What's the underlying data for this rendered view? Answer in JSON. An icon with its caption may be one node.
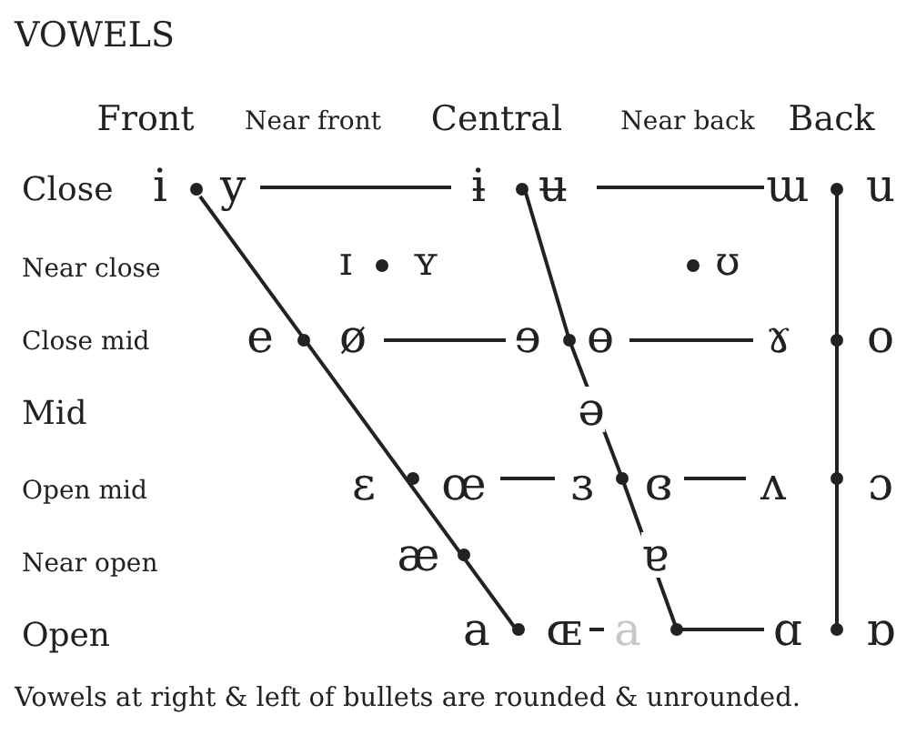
{
  "diagram": {
    "title": "VOWELS",
    "caption": "Vowels at right & left of bullets are rounded & unrounded.",
    "labels": [
      "Front",
      "Near front",
      "Central",
      "Near back",
      "Back",
      "Close",
      "i",
      "y",
      "ɨ",
      "ʉ",
      "ɯ",
      "u",
      "Near close",
      "ɪ",
      "ʏ",
      "ʊ",
      "Close mid",
      "e",
      "ø",
      "ɘ",
      "ɵ",
      "ɤ",
      "o",
      "Mid",
      "ə",
      "Open mid",
      "ɛ",
      "œ",
      "ɜ",
      "ɞ",
      "ʌ",
      "ɔ",
      "Near open",
      "æ",
      "ɐ",
      "Open",
      "a",
      "ɶ",
      "a",
      "ɑ",
      "ɒ"
    ]
  }
}
